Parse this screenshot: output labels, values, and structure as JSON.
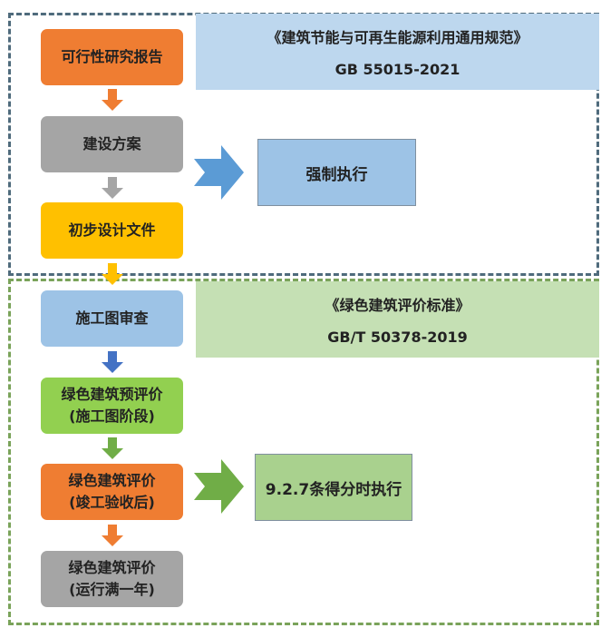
{
  "top_section": {
    "standard_title": "《建筑节能与可再生能源利用通用规范》",
    "standard_code": "GB 55015-2021",
    "result": "强制执行"
  },
  "bottom_section": {
    "standard_title": "《绿色建筑评价标准》",
    "standard_code": "GB/T 50378-2019",
    "result": "9.2.7条得分时执行"
  },
  "steps": [
    {
      "line1": "可行性研究报告",
      "line2": "",
      "color": "#ef7d32"
    },
    {
      "line1": "建设方案",
      "line2": "",
      "color": "#a5a5a5"
    },
    {
      "line1": "初步设计文件",
      "line2": "",
      "color": "#ffc000"
    },
    {
      "line1": "施工图审查",
      "line2": "",
      "color": "#9dc3e6"
    },
    {
      "line1": "绿色建筑预评价",
      "line2": "(施工图阶段)",
      "color": "#92d050"
    },
    {
      "line1": "绿色建筑评价",
      "line2": "(竣工验收后)",
      "color": "#ef7d32"
    },
    {
      "line1": "绿色建筑评价",
      "line2": "(运行满一年)",
      "color": "#a5a5a5"
    }
  ],
  "colors": {
    "top_header": "#bdd7ee",
    "bottom_header": "#c5e0b4",
    "top_result": "#9dc3e6",
    "bottom_result": "#a9d18e",
    "blue_arrow": "#5b9bd5",
    "green_arrow": "#70ad47"
  }
}
